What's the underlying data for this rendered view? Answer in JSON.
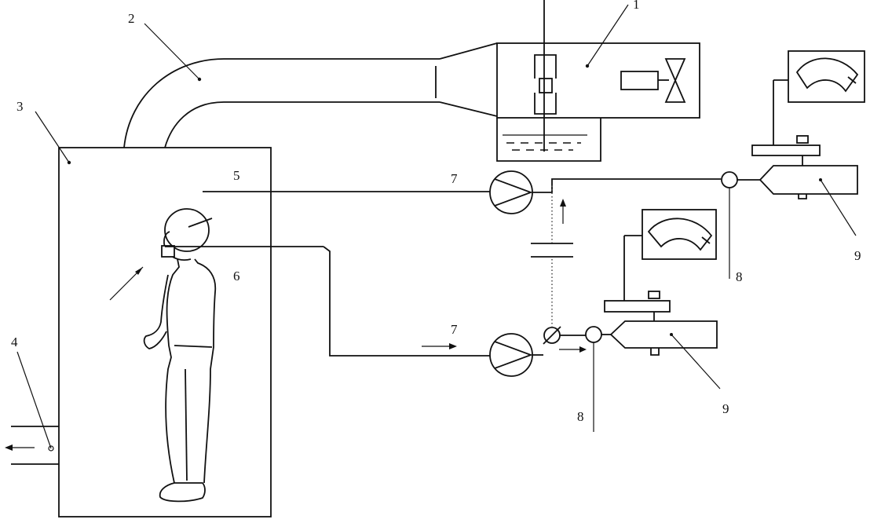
{
  "labels": {
    "l1": "1",
    "l2": "2",
    "l3": "3",
    "l4": "4",
    "l5": "5",
    "l6": "6",
    "l7_top": "7",
    "l7_bottom": "7",
    "l8_right": "8",
    "l8_left": "8",
    "l9_right": "9",
    "l9_left": "9"
  },
  "icons": {
    "pump": "rotary-pump-icon",
    "flowmeter": "circle-flowmeter-icon",
    "valve": "valve-icon",
    "gauge": "analog-gauge-icon",
    "fan": "fan-icon"
  }
}
